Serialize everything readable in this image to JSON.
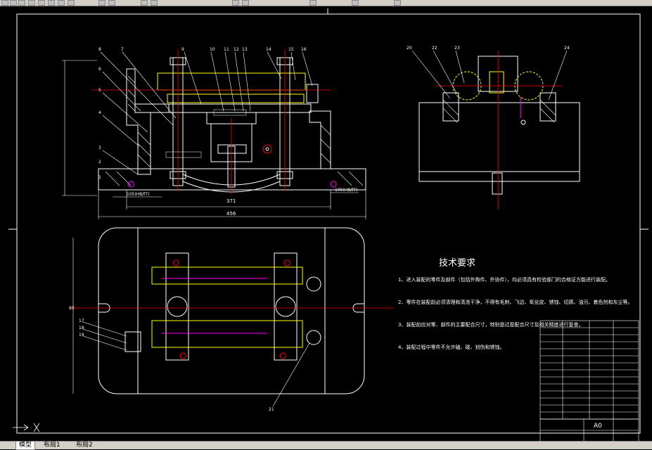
{
  "tabs": [
    {
      "label": "模型",
      "active": true
    },
    {
      "label": "布局1",
      "active": false
    },
    {
      "label": "布局2",
      "active": false
    }
  ],
  "tech": {
    "title": "技术要求",
    "items": [
      "1、进入装配的零件及部件（包括外购件、外协件），均必须具有检验部门的合格证方能进行装配。",
      "2、零件在装配前必须清理和清洗干净，不得有毛刺、飞边、氧化皮、锈蚀、切屑、油污、着色剂和灰尘等。",
      "3、装配前应对零、部件的主要配合尺寸，特别是过盈配合尺寸及相关精度进行复查。",
      "4、装配过程中零件不允许磕、碰、划伤和锈蚀。"
    ]
  },
  "title_block": {
    "sheet_size": "A0"
  },
  "dimensions": {
    "width_main": "456",
    "width_inner": "371",
    "left_fit": "105(H8/f7)",
    "right_fit": "105(H8/f7)",
    "bottom_width": "80"
  },
  "balloons": {
    "front": [
      "8",
      "7",
      "6",
      "5",
      "4",
      "3",
      "2",
      "1"
    ],
    "top": [
      "9",
      "10",
      "11",
      "12",
      "13",
      "14",
      "15",
      "16"
    ],
    "side": [
      "20",
      "22",
      "23",
      "24"
    ],
    "plan": [
      "17",
      "18",
      "19",
      "21"
    ]
  },
  "colors": {
    "bg": "#000000",
    "line": "#ffffff",
    "center": "#ff0000",
    "hidden": "#ffff00",
    "hatch": "#ffffff",
    "accent": "#ff00ff"
  }
}
